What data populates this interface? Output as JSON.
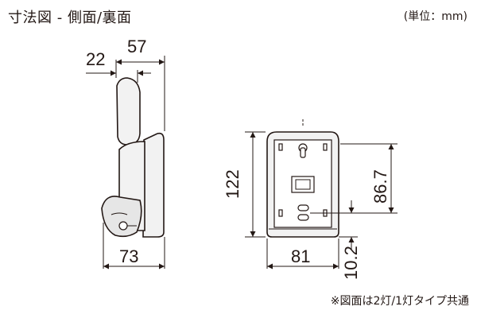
{
  "header": {
    "title": "寸法図 - 側面/裏面",
    "unit": "(単位：mm)"
  },
  "side_view": {
    "dim_total_depth": "57",
    "dim_head_depth": "22",
    "dim_bottom_depth": "73"
  },
  "back_view": {
    "dim_height": "122",
    "dim_width": "81",
    "dim_hole_spacing": "86.7",
    "dim_offset": "10.2"
  },
  "footer": {
    "note": "※図面は2灯/1灯タイプ共通"
  }
}
